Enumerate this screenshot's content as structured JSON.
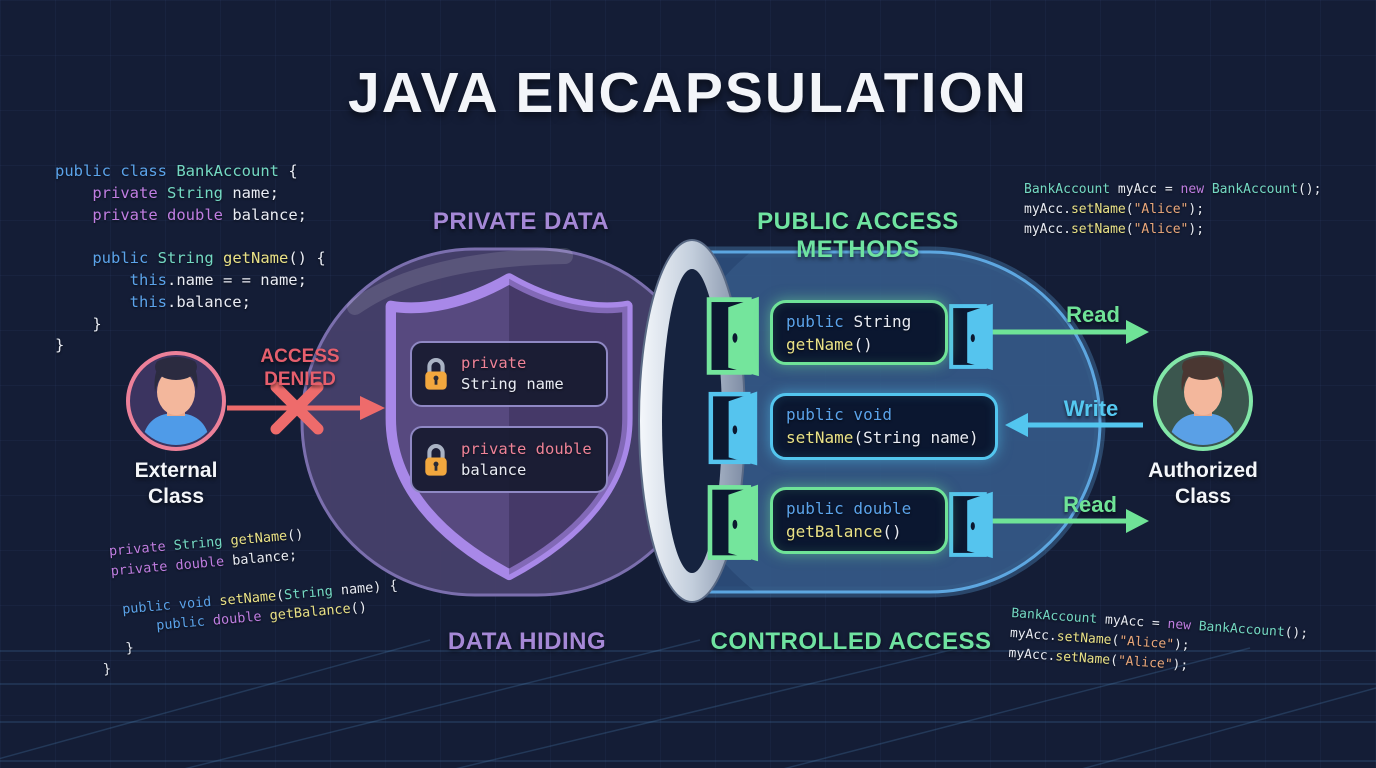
{
  "title": "JAVA ENCAPSULATION",
  "section_labels": {
    "private_data": "PRIVATE DATA",
    "public_access_methods": "PUBLIC ACCESS METHODS",
    "data_hiding": "DATA HIDING",
    "controlled_access": "CONTROLLED ACCESS"
  },
  "actors": {
    "external": {
      "name_line1": "External",
      "name_line2": "Class",
      "status_line1": "ACCESS",
      "status_line2": "DENIED"
    },
    "authorized": {
      "name_line1": "Authorized",
      "name_line2": "Class"
    }
  },
  "flow_labels": {
    "read_top": "Read",
    "write": "Write",
    "read_bottom": "Read"
  },
  "shield_fields": [
    {
      "lines": [
        [
          [
            "private",
            "pk"
          ]
        ],
        [
          [
            "String name",
            "w"
          ]
        ]
      ]
    },
    {
      "lines": [
        [
          [
            "private double",
            "pk"
          ]
        ],
        [
          [
            "balance",
            "w"
          ]
        ]
      ]
    }
  ],
  "methods": [
    {
      "lines": [
        [
          [
            "public ",
            "b"
          ],
          [
            "String",
            "w"
          ]
        ],
        [
          [
            "getName",
            "y"
          ],
          [
            "()",
            "w"
          ]
        ]
      ]
    },
    {
      "lines": [
        [
          [
            "public void",
            "b"
          ]
        ],
        [
          [
            "setName",
            "y"
          ],
          [
            "(String name)",
            "w"
          ]
        ]
      ]
    },
    {
      "lines": [
        [
          [
            "public double",
            "b"
          ]
        ],
        [
          [
            "getBalance",
            "y"
          ],
          [
            "()",
            "w"
          ]
        ]
      ]
    }
  ],
  "code_blocks": {
    "top_left": [
      [
        [
          "public class ",
          "b"
        ],
        [
          "BankAccount",
          "t"
        ],
        [
          " {",
          "w"
        ]
      ],
      [
        [
          "    ",
          "w"
        ],
        [
          "private",
          "p"
        ],
        [
          " ",
          "w"
        ],
        [
          "String",
          "t"
        ],
        [
          " name;",
          "w"
        ]
      ],
      [
        [
          "    ",
          "w"
        ],
        [
          "private",
          "p"
        ],
        [
          " ",
          "w"
        ],
        [
          "double",
          "p"
        ],
        [
          " balance;",
          "w"
        ]
      ],
      [],
      [
        [
          "    ",
          "w"
        ],
        [
          "public ",
          "b"
        ],
        [
          "String",
          "t"
        ],
        [
          " ",
          "w"
        ],
        [
          "getName",
          "y"
        ],
        [
          "() {",
          "w"
        ]
      ],
      [
        [
          "        ",
          "w"
        ],
        [
          "this",
          "b"
        ],
        [
          ".name = = name;",
          "w"
        ]
      ],
      [
        [
          "        ",
          "w"
        ],
        [
          "this",
          "b"
        ],
        [
          ".balance;",
          "w"
        ]
      ],
      [
        [
          "    }",
          "w"
        ]
      ],
      [
        [
          "}",
          "w"
        ]
      ]
    ],
    "top_right": [
      [
        [
          "BankAccount",
          "t"
        ],
        [
          " myAcc = ",
          "w"
        ],
        [
          "new",
          "p"
        ],
        [
          " ",
          "w"
        ],
        [
          "BankAccount",
          "t"
        ],
        [
          "();",
          "w"
        ]
      ],
      [
        [
          "myAcc.",
          "w"
        ],
        [
          "setName",
          "y"
        ],
        [
          "(",
          "w"
        ],
        [
          "\"Alice\"",
          "o"
        ],
        [
          ");",
          "w"
        ]
      ],
      [
        [
          "myAcc.",
          "w"
        ],
        [
          "setName",
          "y"
        ],
        [
          "(",
          "w"
        ],
        [
          "\"Alice\"",
          "o"
        ],
        [
          ");",
          "w"
        ]
      ]
    ],
    "bottom_left": [
      [
        [
          "  ",
          "w"
        ],
        [
          "private",
          "p"
        ],
        [
          " ",
          "w"
        ],
        [
          "String",
          "t"
        ],
        [
          " ",
          "w"
        ],
        [
          "getName",
          "y"
        ],
        [
          "()",
          "w"
        ]
      ],
      [
        [
          "  ",
          "w"
        ],
        [
          "private",
          "p"
        ],
        [
          " ",
          "w"
        ],
        [
          "double",
          "p"
        ],
        [
          " balance;",
          "w"
        ]
      ],
      [],
      [
        [
          "   ",
          "w"
        ],
        [
          "public void",
          "b"
        ],
        [
          " ",
          "w"
        ],
        [
          "setName",
          "y"
        ],
        [
          "(",
          "w"
        ],
        [
          "String",
          "t"
        ],
        [
          " name) {",
          "w"
        ]
      ],
      [
        [
          "       ",
          "w"
        ],
        [
          "public ",
          "b"
        ],
        [
          "double",
          "p"
        ],
        [
          " ",
          "w"
        ],
        [
          "getBalance",
          "y"
        ],
        [
          "()",
          "w"
        ]
      ],
      [
        [
          "   }",
          "w"
        ]
      ],
      [
        [
          "}",
          "w"
        ]
      ]
    ],
    "bottom_right": [
      [
        [
          "BankAccount",
          "t"
        ],
        [
          " myAcc = ",
          "w"
        ],
        [
          "new",
          "p"
        ],
        [
          " ",
          "w"
        ],
        [
          "BankAccount",
          "t"
        ],
        [
          "();",
          "w"
        ]
      ],
      [
        [
          "myAcc.",
          "w"
        ],
        [
          "setName",
          "y"
        ],
        [
          "(",
          "w"
        ],
        [
          "\"Alice\"",
          "o"
        ],
        [
          ");",
          "w"
        ]
      ],
      [
        [
          "myAcc.",
          "w"
        ],
        [
          "setName",
          "y"
        ],
        [
          "(",
          "w"
        ],
        [
          "\"Alice\"",
          "o"
        ],
        [
          ");",
          "w"
        ]
      ]
    ]
  },
  "colors": {
    "accent_purple": "#a588d6",
    "accent_green": "#6fe3a1",
    "accent_cyan": "#53c6ef",
    "accent_red": "#ee6b6b",
    "shield_border": "#a888e8",
    "capsule_blue_border": "#5ca6e0"
  }
}
